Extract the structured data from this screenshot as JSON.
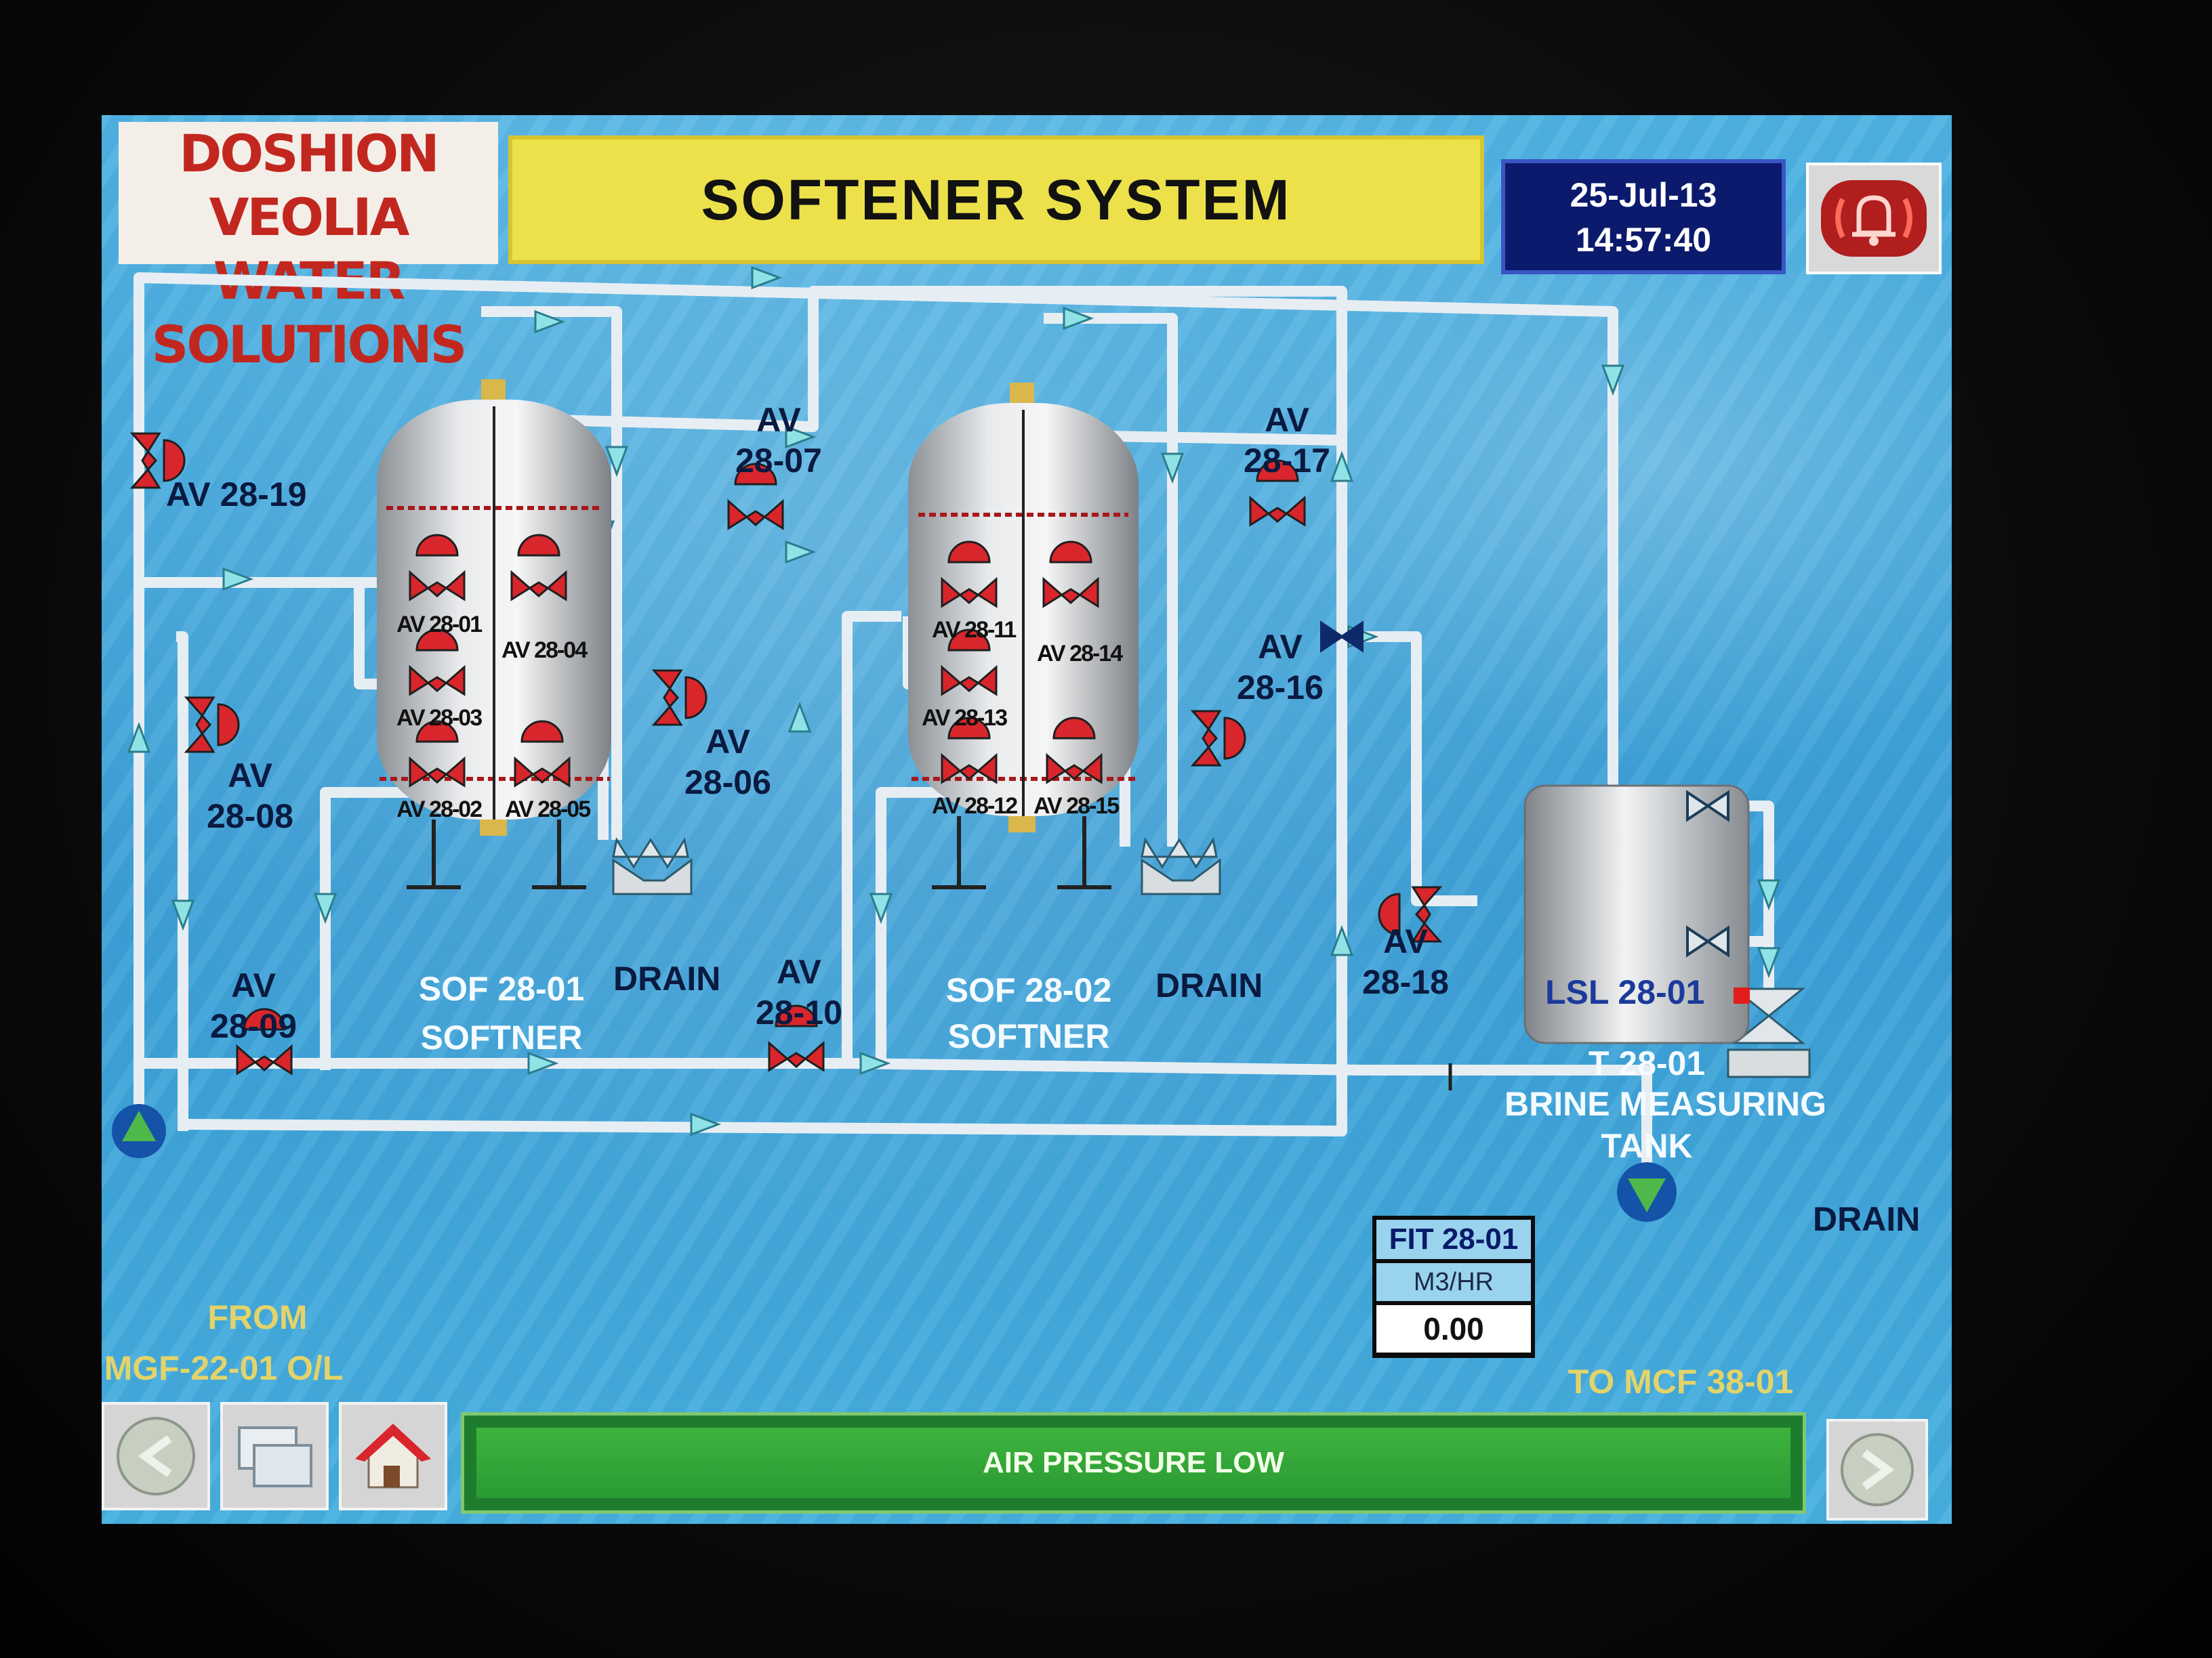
{
  "header": {
    "logo_line1": "DOSHION VEOLIA",
    "logo_line2": "WATER SOLUTIONS",
    "title": "SOFTENER SYSTEM",
    "date": "25-Jul-13",
    "time": "14:57:40"
  },
  "softeners": [
    {
      "tag": "SOF 28-01",
      "type": "SOFTNER"
    },
    {
      "tag": "SOF 28-02",
      "type": "SOFTNER"
    }
  ],
  "vessel_valves": {
    "v1": "AV 28-01",
    "v2": "AV 28-02",
    "v3": "AV 28-03",
    "v4": "AV 28-04",
    "v5": "AV 28-05",
    "v11": "AV 28-11",
    "v12": "AV 28-12",
    "v13": "AV 28-13",
    "v14": "AV 28-14",
    "v15": "AV 28-15"
  },
  "valves": {
    "av19": "AV 28-19",
    "av_prefix": "AV",
    "av07": "28-07",
    "av17": "28-17",
    "av16": "28-16",
    "av06": "28-06",
    "av08": "28-08",
    "av09": "28-09",
    "av10": "28-10",
    "av18": "28-18"
  },
  "drain_label": "DRAIN",
  "brine_tank": {
    "level_switch": "LSL 28-01",
    "tag": "T 28-01",
    "desc_line1": "BRINE MEASURING",
    "desc_line2": "TANK"
  },
  "flow": {
    "tag": "FIT 28-01",
    "unit": "M3/HR",
    "value": "0.00"
  },
  "inlet": {
    "line1": "FROM",
    "line2": "MGF-22-01 O/L"
  },
  "outlet": {
    "label": "TO MCF 38-01"
  },
  "status": {
    "message": "AIR PRESSURE LOW"
  },
  "colors": {
    "background": "#45a9dc",
    "valve": "#d8262c",
    "pipe": "#e6eef3",
    "title_bar": "#ece14b",
    "status_bar": "#2a9a33",
    "datetime_panel": "#0b1a6c"
  },
  "icons": {
    "alarm": "alarm-bell-icon",
    "back": "back-arrow-icon",
    "windows": "windows-icon",
    "home": "home-icon",
    "forward": "forward-arrow-icon"
  }
}
